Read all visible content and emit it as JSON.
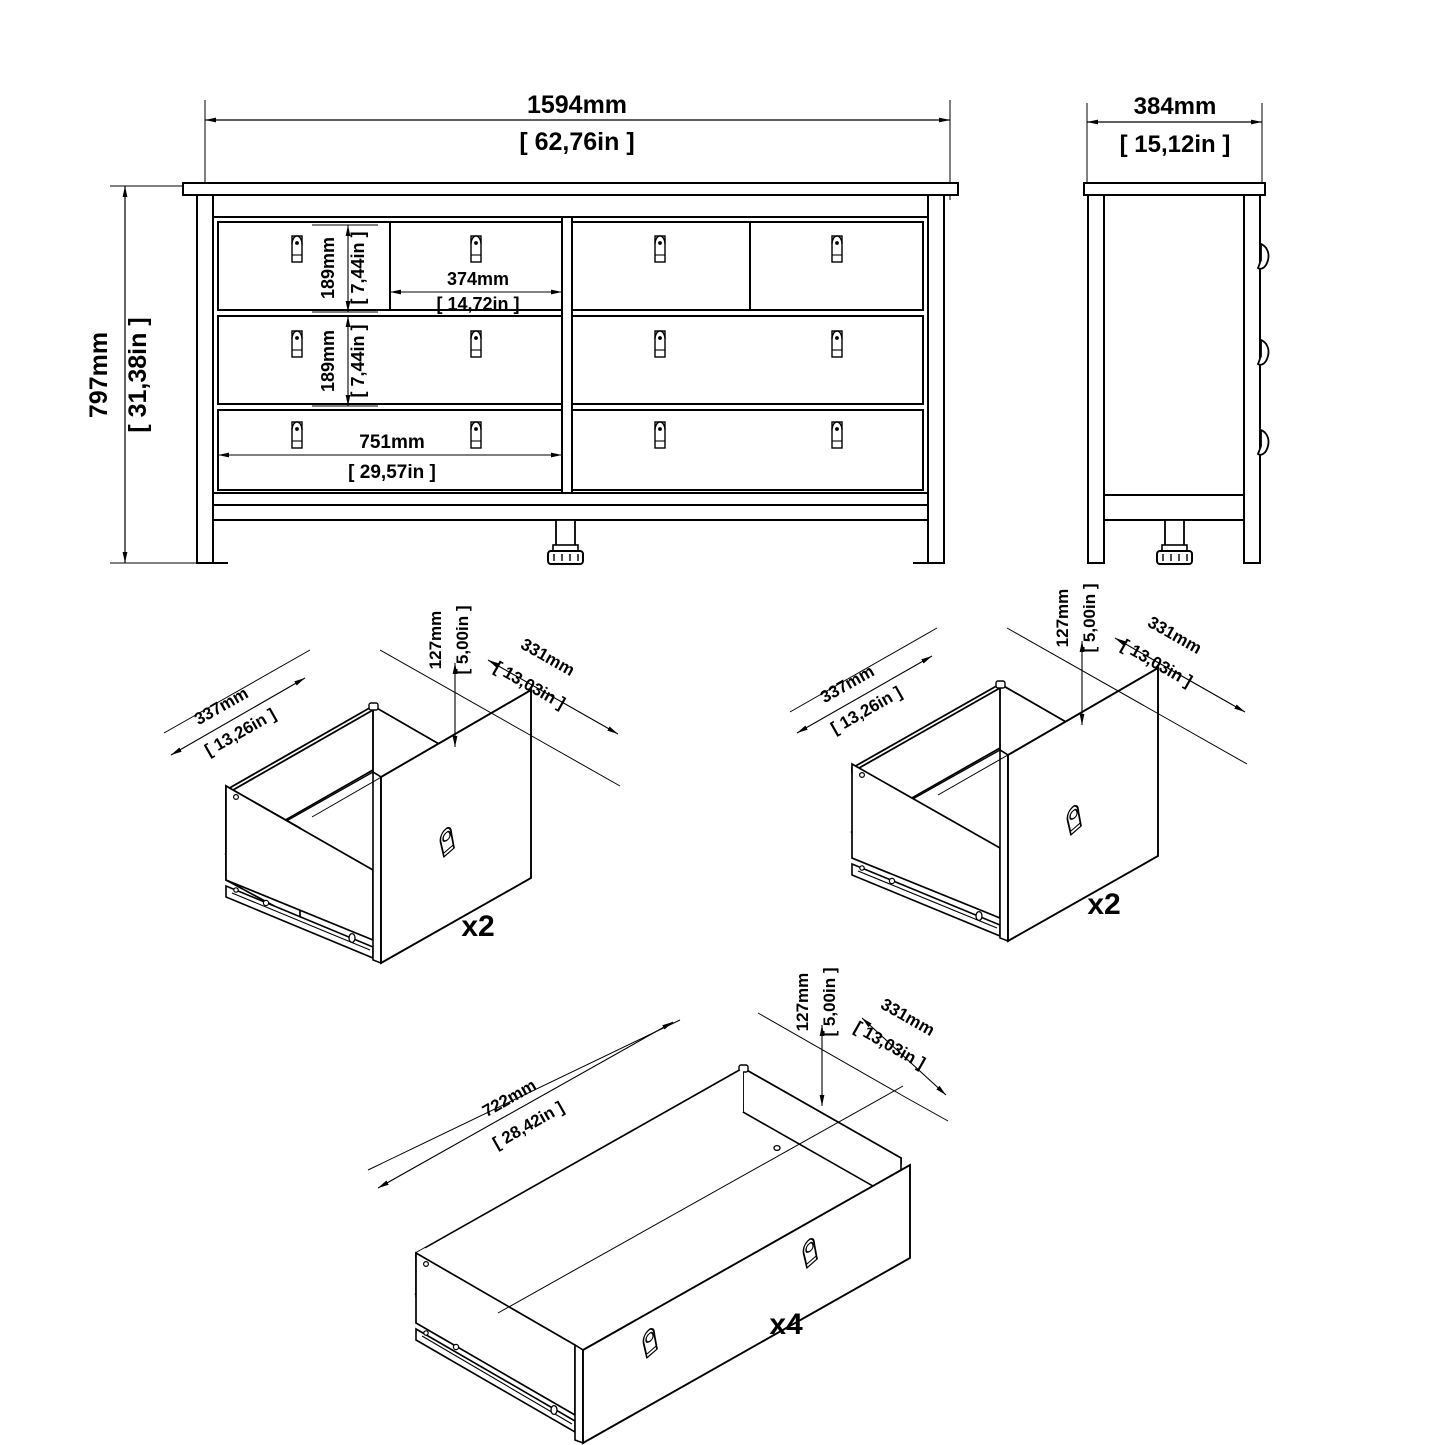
{
  "drawing": {
    "type": "furniture-assembly-technical-drawing",
    "subject": "8-drawer wide chest of drawers / dresser",
    "units_primary": "mm",
    "units_secondary": "in",
    "line_color": "#000000",
    "background_color": "#ffffff"
  },
  "front_view": {
    "name": "front-elevation",
    "width_mm": "1594mm",
    "width_in": "[ 62,76in ]",
    "height_mm": "797mm",
    "height_in": "[ 31,38in ]",
    "drawer_height_top_mm": "189mm",
    "drawer_height_top_in": "[ 7,44in ]",
    "drawer_height_mid_mm": "189mm",
    "drawer_height_mid_in": "[ 7,44in ]",
    "small_drawer_width_mm": "374mm",
    "small_drawer_width_in": "[ 14,72in ]",
    "wide_drawer_width_mm": "751mm",
    "wide_drawer_width_in": "[ 29,57in ]",
    "layout": {
      "rows": 3,
      "columns": 2,
      "top_row_drawers": 4,
      "middle_row_drawers": 2,
      "bottom_row_drawers": 2,
      "total_drawers": 8,
      "handles_per_small_drawer": 1,
      "handles_per_wide_drawer": 2
    }
  },
  "side_view": {
    "name": "side-elevation",
    "depth_mm": "384mm",
    "depth_in": "[ 15,12in ]",
    "runner_count": 3
  },
  "parts": [
    {
      "id": "drawer-small-left",
      "name": "small-drawer-left-hand",
      "quantity_label": "x2",
      "width_mm": "337mm",
      "width_in": "[ 13,26in ]",
      "depth_mm": "331mm",
      "depth_in": "[ 13,03in ]",
      "height_mm": "127mm",
      "height_in": "[ 5,00in ]",
      "handles": 1
    },
    {
      "id": "drawer-small-right",
      "name": "small-drawer-right-hand",
      "quantity_label": "x2",
      "width_mm": "337mm",
      "width_in": "[ 13,26in ]",
      "depth_mm": "331mm",
      "depth_in": "[ 13,03in ]",
      "height_mm": "127mm",
      "height_in": "[ 5,00in ]",
      "handles": 1
    },
    {
      "id": "drawer-wide",
      "name": "wide-drawer",
      "quantity_label": "x4",
      "width_mm": "722mm",
      "width_in": "[ 28,42in ]",
      "depth_mm": "331mm",
      "depth_in": "[ 13,03in ]",
      "height_mm": "127mm",
      "height_in": "[ 5,00in ]",
      "handles": 2
    }
  ]
}
